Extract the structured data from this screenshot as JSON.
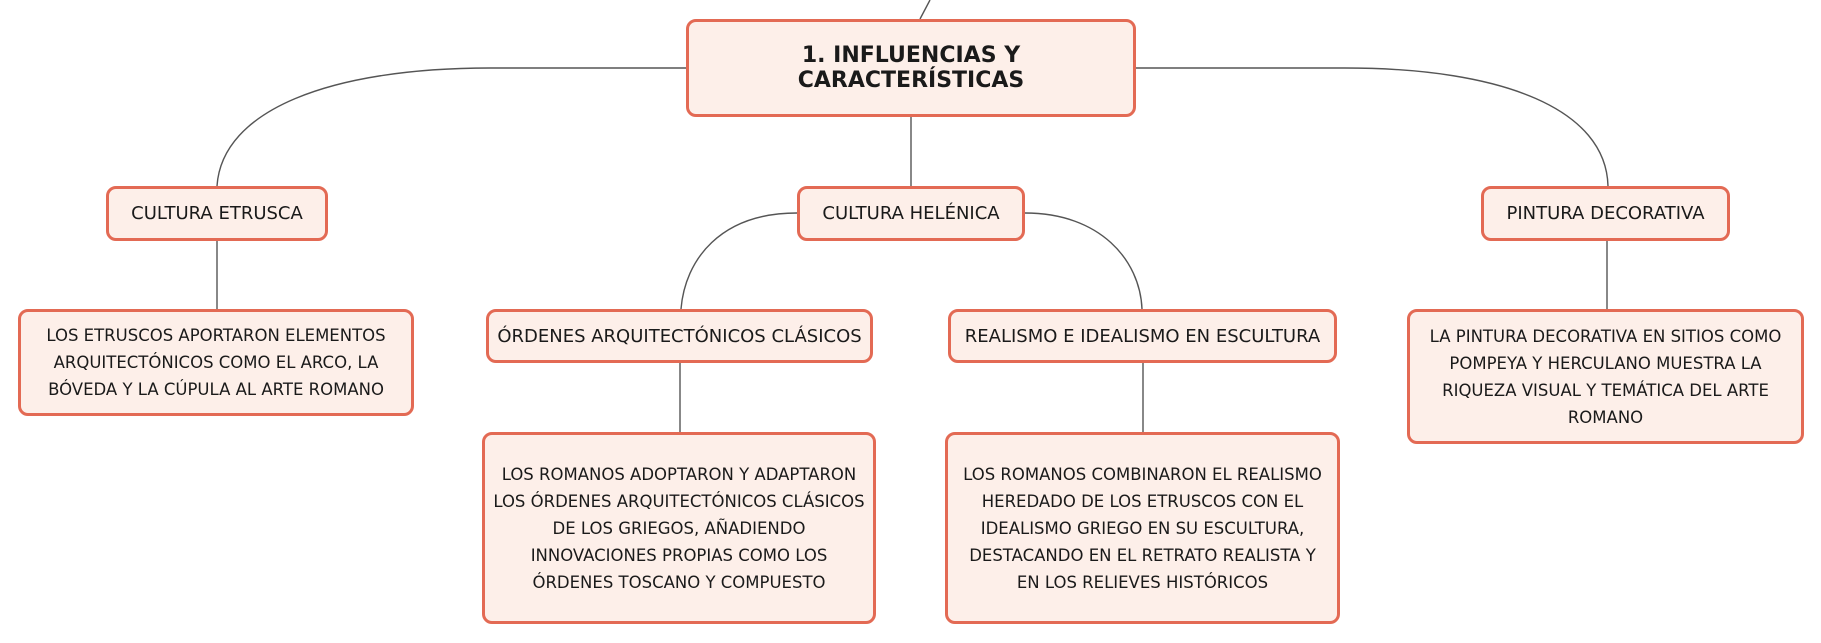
{
  "map": {
    "root": {
      "label": "1. INFLUENCIAS Y CARACTERÍSTICAS"
    },
    "branches": [
      {
        "label": "CULTURA ETRUSCA",
        "details": [
          {
            "text": "LOS ETRUSCOS APORTARON ELEMENTOS ARQUITECTÓNICOS COMO EL ARCO, LA BÓVEDA Y LA CÚPULA AL ARTE ROMANO"
          }
        ]
      },
      {
        "label": "CULTURA HELÉNICA",
        "children": [
          {
            "label": "ÓRDENES ARQUITECTÓNICOS CLÁSICOS",
            "details": [
              {
                "text": "LOS ROMANOS ADOPTARON Y ADAPTARON LOS ÓRDENES ARQUITECTÓNICOS CLÁSICOS DE LOS GRIEGOS, AÑADIENDO INNOVACIONES PROPIAS COMO LOS ÓRDENES TOSCANO Y COMPUESTO"
              }
            ]
          },
          {
            "label": "REALISMO E IDEALISMO EN ESCULTURA",
            "details": [
              {
                "text": "LOS ROMANOS COMBINARON EL REALISMO HEREDADO DE LOS ETRUSCOS CON EL IDEALISMO GRIEGO EN SU ESCULTURA, DESTACANDO EN EL RETRATO REALISTA Y EN LOS RELIEVES HISTÓRICOS"
              }
            ]
          }
        ]
      },
      {
        "label": "PINTURA DECORATIVA",
        "details": [
          {
            "text": "LA PINTURA DECORATIVA EN SITIOS COMO POMPEYA Y HERCULANO MUESTRA LA RIQUEZA VISUAL Y TEMÁTICA DEL ARTE ROMANO"
          }
        ]
      }
    ]
  },
  "colors": {
    "node_border": "#e36a54",
    "node_fill": "#fdefe9",
    "connector": "#555555",
    "text": "#1a1a1a"
  }
}
